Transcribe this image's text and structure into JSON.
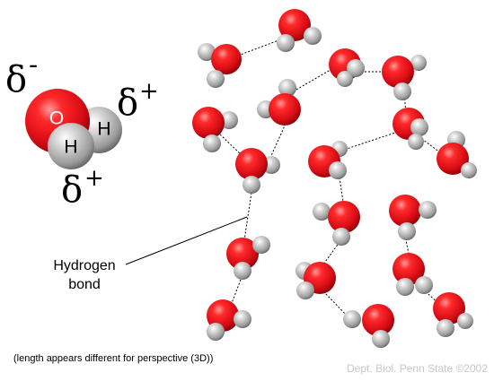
{
  "molecule": {
    "oxygen_label": "O",
    "hydrogen_label_1": "H",
    "hydrogen_label_2": "H",
    "delta_minus": "δ",
    "minus_sign": "-",
    "delta_plus_1": "δ",
    "plus_sign_1": "+",
    "delta_plus_2": "δ",
    "plus_sign_2": "+"
  },
  "labels": {
    "hbond_line1": "Hydrogen",
    "hbond_line2": "bond",
    "note": "(length appears different for perspective (3D))",
    "credit": "Dept. Biol. Penn State ©2002"
  },
  "colors": {
    "oxygen": "#e0101a",
    "hydrogen": "#a8a8a8",
    "credit_text": "#c8c8c8"
  }
}
